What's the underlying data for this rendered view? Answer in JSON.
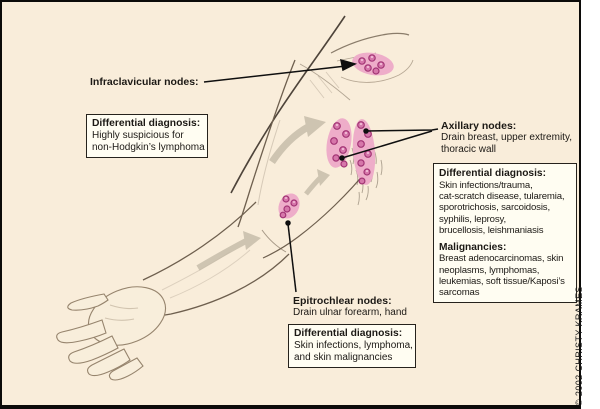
{
  "credit": "© 2002 CHRISTY KRAMES",
  "labels": {
    "infraclavicular": {
      "title": "Infraclavicular nodes:"
    },
    "axillary": {
      "title": "Axillary nodes:",
      "lines": [
        "Drain breast, upper extremity,",
        "thoracic wall"
      ]
    },
    "epitrochlear": {
      "title": "Epitrochlear nodes:",
      "lines": [
        "Drain ulnar forearm, hand"
      ]
    }
  },
  "boxes": {
    "infraclavicular_dx": {
      "heading": "Differential diagnosis:",
      "lines": [
        "Highly suspicious for",
        "non-Hodgkin’s lymphoma"
      ]
    },
    "axillary_dx": {
      "heading": "Differential diagnosis:",
      "lines": [
        "Skin infections/trauma,",
        "cat-scratch disease, tularemia,",
        "sporotrichosis, sarcoidosis,",
        "syphilis, leprosy,",
        "brucellosis, leishmaniasis"
      ],
      "heading2": "Malignancies:",
      "lines2": [
        "Breast adenocarcinomas, skin",
        "neoplasms, lymphomas,",
        "leukemias, soft tissue/Kaposi’s",
        "sarcomas"
      ]
    },
    "epitrochlear_dx": {
      "heading": "Differential diagnosis:",
      "lines": [
        "Skin infections, lymphoma,",
        "and skin malignancies"
      ]
    }
  },
  "colors": {
    "background": "#f9edda",
    "frame_border": "#0c0b09",
    "box_background": "#fffdf2",
    "box_border": "#26221c",
    "text": "#1c1915",
    "node_fill": "#d677aa",
    "node_outline": "#a23474",
    "node_cluster_fill": "#eeadc9",
    "flow_arrow_gray": "#c4baa7",
    "sketch_line": "#6e5f4e"
  }
}
